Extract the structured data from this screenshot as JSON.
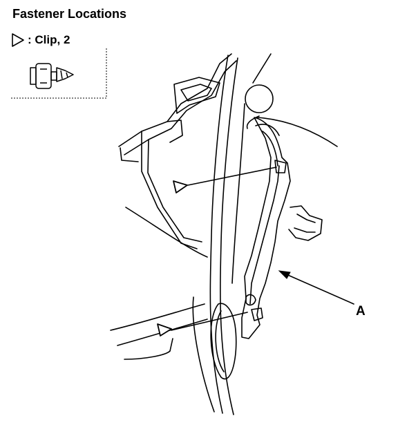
{
  "title": "Fastener Locations",
  "legend": {
    "symbol": "triangle-outline-icon",
    "label": ": Clip, 2"
  },
  "callouts": {
    "part_a": "A"
  },
  "colors": {
    "ink": "#000000",
    "paper": "#ffffff"
  }
}
